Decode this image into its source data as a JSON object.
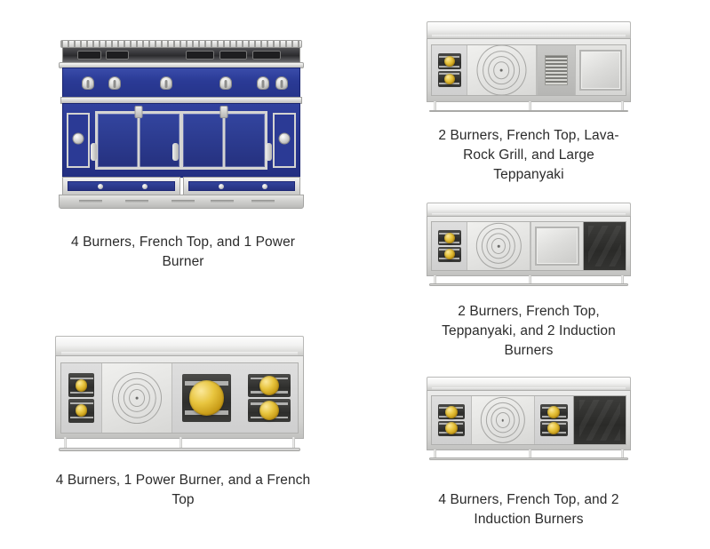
{
  "page": {
    "background_color": "#ffffff",
    "text_color": "#2b2b2b"
  },
  "items": [
    {
      "id": "blue-french-range",
      "caption": "4 Burners, French Top, and 1 Power Burner",
      "view": "front",
      "body_color": "#2b3a95",
      "trim_color": "#d3d3d1",
      "burner_cap_color": "#e8c53f",
      "features": [
        "4 Burners",
        "French Top",
        "1 Power Burner"
      ]
    },
    {
      "id": "lava-rock-teppanyaki-range",
      "caption": "2 Burners, French Top, Lava-Rock Grill, and Large Teppanyaki",
      "view": "top",
      "body_color": "#dcdcda",
      "burner_cap_color": "#e8c53f",
      "features": [
        "2 Burners",
        "French Top",
        "Lava-Rock Grill",
        "Large Teppanyaki"
      ]
    },
    {
      "id": "teppanyaki-induction-range",
      "caption": "2 Burners, French Top, Teppanyaki, and 2 Induction Burners",
      "view": "top",
      "body_color": "#dcdcda",
      "induction_color": "#2a2a28",
      "burner_cap_color": "#e8c53f",
      "features": [
        "2 Burners",
        "French Top",
        "Teppanyaki",
        "2 Induction Burners"
      ]
    },
    {
      "id": "power-burner-french-top-range",
      "caption": "4 Burners, 1 Power Burner, and a French Top",
      "view": "top",
      "body_color": "#dcdcda",
      "burner_cap_color": "#e8c53f",
      "features": [
        "4 Burners",
        "1 Power Burner",
        "French Top"
      ]
    },
    {
      "id": "four-burner-induction-range",
      "caption": "4 Burners, French Top, and 2 Induction Burners",
      "view": "top",
      "body_color": "#dcdcda",
      "induction_color": "#2a2a28",
      "burner_cap_color": "#e8c53f",
      "features": [
        "4 Burners",
        "French Top",
        "2 Induction Burners"
      ]
    }
  ]
}
